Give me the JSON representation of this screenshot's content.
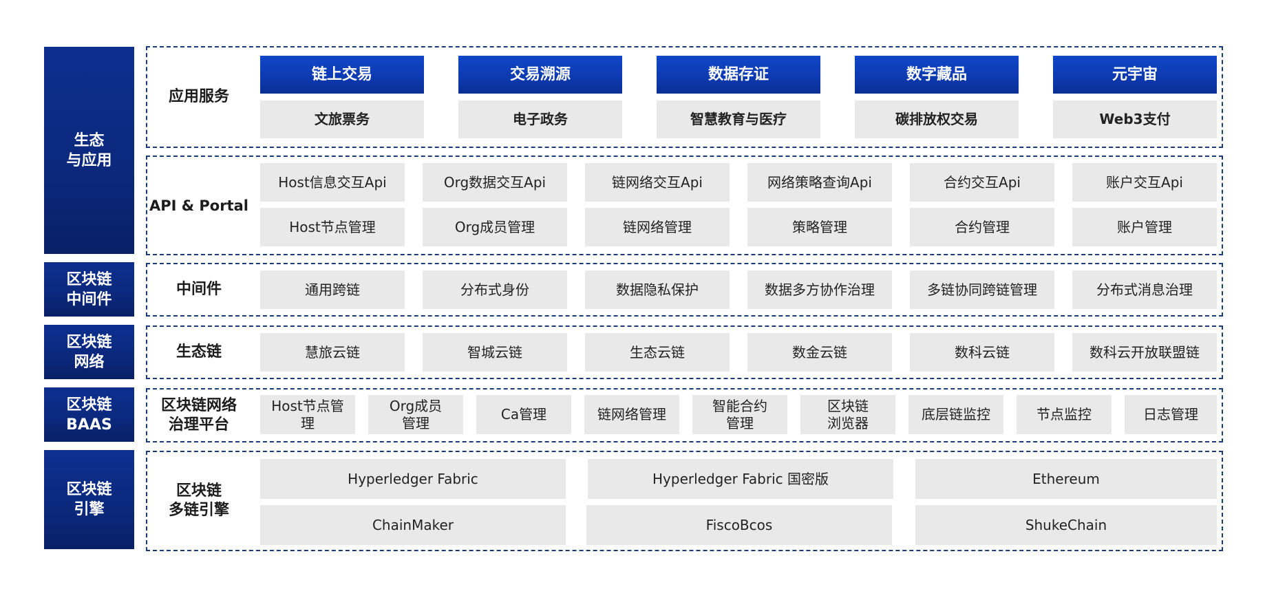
{
  "layers": {
    "ecosystem_app": "生态\n与应用",
    "middleware": "区块链\n中间件",
    "network": "区块链\n网络",
    "baas": "区块链\nBAAS",
    "engine": "区块链\n引擎"
  },
  "app_services": {
    "title": "应用服务",
    "top": [
      "链上交易",
      "交易溯源",
      "数据存证",
      "数字藏品",
      "元宇宙"
    ],
    "bottom": [
      "文旅票务",
      "电子政务",
      "智慧教育与医疗",
      "碳排放权交易",
      "Web3支付"
    ]
  },
  "api_portal": {
    "title": "API & Portal",
    "row1": [
      "Host信息交互Api",
      "Org数据交互Api",
      "链网络交互Api",
      "网络策略查询Api",
      "合约交互Api",
      "账户交互Api"
    ],
    "row2": [
      "Host节点管理",
      "Org成员管理",
      "链网络管理",
      "策略管理",
      "合约管理",
      "账户管理"
    ]
  },
  "middleware": {
    "title": "中间件",
    "items": [
      "通用跨链",
      "分布式身份",
      "数据隐私保护",
      "数据多方协作治理",
      "多链协同跨链管理",
      "分布式消息治理"
    ]
  },
  "eco_chain": {
    "title": "生态链",
    "items": [
      "慧旅云链",
      "智城云链",
      "生态云链",
      "数金云链",
      "数科云链",
      "数科云开放联盟链"
    ]
  },
  "governance": {
    "title": "区块链网络\n治理平台",
    "items": [
      "Host节点管\n理",
      "Org成员\n管理",
      "Ca管理",
      "链网络管理",
      "智能合约\n管理",
      "区块链\n浏览器",
      "底层链监控",
      "节点监控",
      "日志管理"
    ]
  },
  "engine": {
    "title": "区块链\n多链引擎",
    "row1": [
      "Hyperledger Fabric",
      "Hyperledger Fabric 国密版",
      "Ethereum"
    ],
    "row2": [
      "ChainMaker",
      "FiscoBcos",
      "ShukeChain"
    ]
  }
}
